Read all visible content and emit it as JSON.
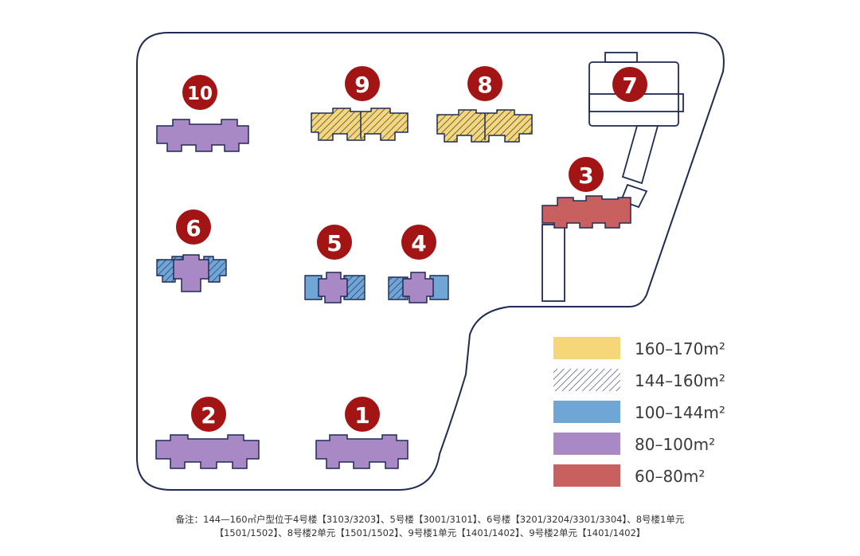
{
  "colors": {
    "outline": "#1f2a55",
    "badge": "#a31515",
    "yellow": "#f5d77a",
    "blue": "#6fa6d6",
    "purple": "#a889c5",
    "red": "#c8605f"
  },
  "buildings": {
    "b1": "1",
    "b2": "2",
    "b3": "3",
    "b4": "4",
    "b5": "5",
    "b6": "6",
    "b7": "7",
    "b8": "8",
    "b9": "9",
    "b10": "10"
  },
  "legend": [
    {
      "label": "160–170m²",
      "fill": "yellow"
    },
    {
      "label": "144–160m²",
      "fill": "hatch"
    },
    {
      "label": "100–144m²",
      "fill": "blue"
    },
    {
      "label": "80–100m²",
      "fill": "purple"
    },
    {
      "label": "60–80m²",
      "fill": "red"
    }
  ],
  "footnote": {
    "line1": "备注：144—160㎡户型位于4号楼【3103/3203】、5号楼【3001/3101】、6号楼【3201/3204/3301/3304】、8号楼1单元",
    "line2": "【1501/1502】、8号楼2单元【1501/1502】、9号楼1单元【1401/1402】、9号楼2单元【1401/1402】"
  }
}
